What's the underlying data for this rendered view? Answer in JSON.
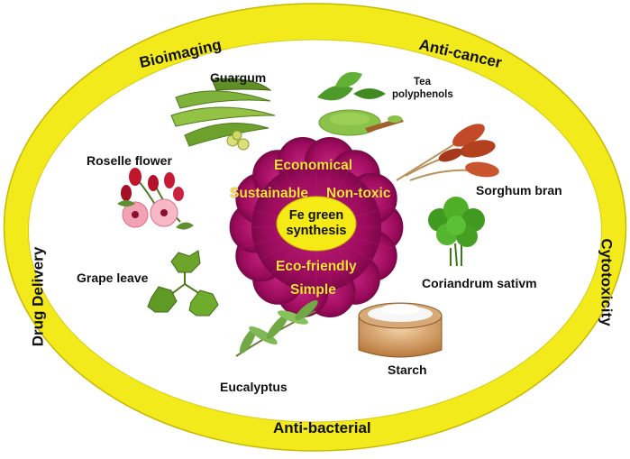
{
  "diagram": {
    "center": {
      "line1": "Fe green",
      "line2": "synthesis"
    },
    "properties": {
      "economical": "Economical",
      "sustainable": "Sustainable",
      "non_toxic": "Non-toxic",
      "eco_friendly": "Eco-friendly",
      "simple": "Simple"
    },
    "applications": {
      "bioimaging": "Bioimaging",
      "anti_cancer": "Anti-cancer",
      "cytotoxicity": "Cytotoxicity",
      "anti_bacterial": "Anti-bacterial",
      "drug_delivery": "Drug Delivery"
    },
    "sources": {
      "guargum": "Guargum",
      "tea_line1": "Tea",
      "tea_line2": "polyphenols",
      "roselle": "Roselle flower",
      "sorghum": "Sorghum bran",
      "grape": "Grape leave",
      "coriandrum": "Coriandrum sativm",
      "eucalyptus": "Eucalyptus",
      "starch": "Starch"
    },
    "colors": {
      "ring": "#f2ea1a",
      "ring_inner": "#ffffff",
      "flower": "#9c0b5c",
      "flower_dark": "#6e0642",
      "center": "#f5ea16",
      "petal_text": "#ffe23a"
    }
  }
}
